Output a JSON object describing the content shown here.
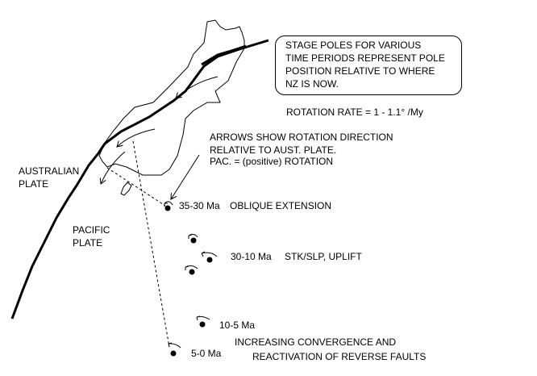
{
  "box_lines": [
    "STAGE POLES FOR VARIOUS",
    "TIME PERIODS REPRESENT POLE",
    "POSITION RELATIVE TO WHERE",
    "NZ IS NOW."
  ],
  "rotation_rate": "ROTATION RATE  =  1 - 1.1°  /My",
  "arrows_note": [
    "ARROWS SHOW ROTATION DIRECTION",
    "RELATIVE TO AUST. PLATE.",
    "PAC. = (positive) ROTATION"
  ],
  "plates": {
    "australian": [
      "AUSTRALIAN",
      "PLATE"
    ],
    "pacific": [
      "PACIFIC",
      "PLATE"
    ]
  },
  "poles": [
    {
      "age": "35-30 Ma",
      "note": "OBLIQUE EXTENSION"
    },
    {
      "age": "30-10 Ma",
      "note": "STK/SLP, UPLIFT"
    },
    {
      "age": "10-5 Ma"
    },
    {
      "age": "5-0 Ma"
    }
  ],
  "convergence_note": [
    "INCREASING CONVERGENCE  AND",
    "REACTIVATION OF REVERSE FAULTS"
  ]
}
